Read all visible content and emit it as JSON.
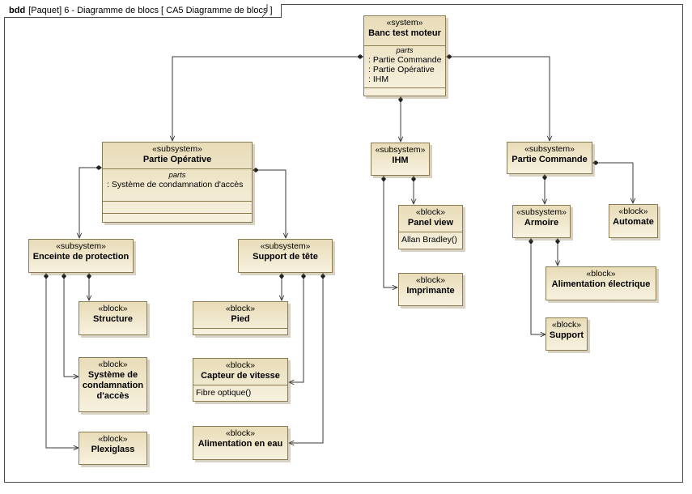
{
  "frame": {
    "keyword": "bdd",
    "title": "[Paquet] 6 - Diagramme de blocs [ CA5 Diagramme de blocs ]"
  },
  "blocks": {
    "banc": {
      "stereotype": "«system»",
      "name": "Banc test moteur",
      "parts_title": "parts",
      "parts": [
        ": Partie Commande",
        ": Partie Opérative",
        ": IHM"
      ]
    },
    "partie_operative": {
      "stereotype": "«subsystem»",
      "name": "Partie Opérative",
      "parts_title": "parts",
      "parts": [
        ": Système de condamnation d'accès"
      ]
    },
    "ihm": {
      "stereotype": "«subsystem»",
      "name": "IHM"
    },
    "partie_commande": {
      "stereotype": "«subsystem»",
      "name": "Partie Commande"
    },
    "enceinte": {
      "stereotype": "«subsystem»",
      "name": "Enceinte de protection"
    },
    "support_tete": {
      "stereotype": "«subsystem»",
      "name": "Support de tête"
    },
    "panel_view": {
      "stereotype": "«block»",
      "name": "Panel view",
      "operations": [
        "Allan Bradley()"
      ]
    },
    "imprimante": {
      "stereotype": "«block»",
      "name": "Imprimante"
    },
    "armoire": {
      "stereotype": "«subsystem»",
      "name": "Armoire"
    },
    "automate": {
      "stereotype": "«block»",
      "name": "Automate"
    },
    "structure": {
      "stereotype": "«block»",
      "name": "Structure"
    },
    "systeme_condamnation": {
      "stereotype": "«block»",
      "name_lines": [
        "Système de",
        "condamnation",
        "d'accès"
      ]
    },
    "plexiglass": {
      "stereotype": "«block»",
      "name": "Plexiglass"
    },
    "pied": {
      "stereotype": "«block»",
      "name": "Pied"
    },
    "capteur": {
      "stereotype": "«block»",
      "name": "Capteur de vitesse",
      "operations": [
        "Fibre optique()"
      ]
    },
    "alimentation_eau": {
      "stereotype": "«block»",
      "name": "Alimentation en eau"
    },
    "alimentation_elec": {
      "stereotype": "«block»",
      "name": "Alimentation électrique"
    },
    "support": {
      "stereotype": "«block»",
      "name": "Support"
    }
  },
  "colors": {
    "block_fill_top": "#e8dcb8",
    "block_fill_bottom": "#f7f1df",
    "block_border": "#8b7b50",
    "edge": "#3a3a3a"
  }
}
